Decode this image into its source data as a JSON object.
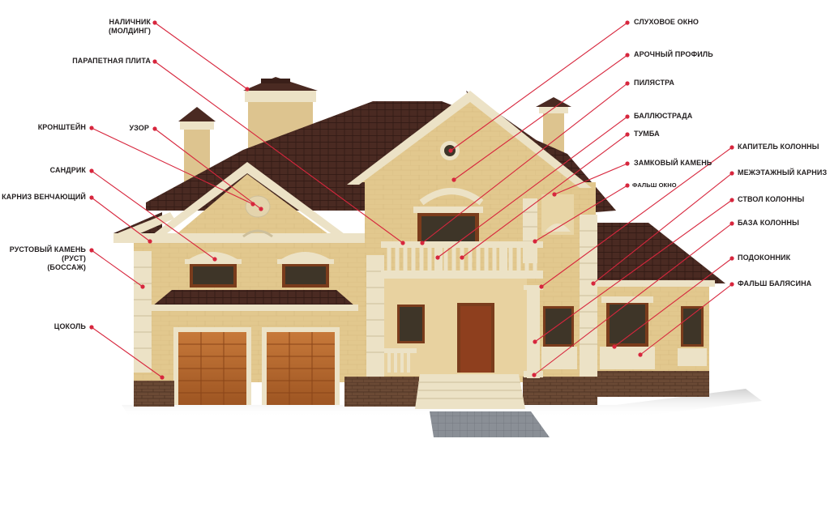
{
  "colors": {
    "leader": "#d7263d",
    "wall": "#e2c88e",
    "wall_shade": "#cfb07a",
    "trim": "#ece2c6",
    "trim_shade": "#cdbf9b",
    "roof": "#4a2a22",
    "roof_dark": "#3a1f19",
    "plinth": "#6b4a35",
    "door": "#b5652a",
    "window_frame": "#7a3c1c",
    "glass": "#3e3528",
    "label": "#231f20"
  },
  "labels": {
    "nalichnik": "НАЛИЧНИК\n(МОЛДИНГ)",
    "parapet": "ПАРАПЕТНАЯ ПЛИТА",
    "kronshtein": "КРОНШТЕЙН",
    "uzor": "УЗОР",
    "sandrik": "САНДРИК",
    "karniz_venchayushchiy": "КАРНИЗ ВЕНЧАЮЩИЙ",
    "rustovy": "РУСТОВЫЙ КАМЕНЬ\n(РУСТ)\n(БОССАЖ)",
    "tsokol": "ЦОКОЛЬ",
    "slukhovoe": "СЛУХОВОЕ ОКНО",
    "arochny": "АРОЧНЫЙ ПРОФИЛЬ",
    "pilyastra": "ПИЛЯСТРА",
    "ballyustrada": "БАЛЛЮСТРАДА",
    "tumba": "ТУМБА",
    "zamkovy": "ЗАМКОВЫЙ КАМЕНЬ",
    "falsh_okno": "ФАЛЬШ ОКНО",
    "kapitel": "КАПИТЕЛЬ КОЛОННЫ",
    "mezhetazhny": "МЕЖЭТАЖНЫЙ КАРНИЗ",
    "stvol": "СТВОЛ КОЛОННЫ",
    "baza": "БАЗА КОЛОННЫ",
    "podokonnik": "ПОДОКОННИК",
    "falsh_balyasina": "ФАЛЬШ БАЛЯСИНА"
  }
}
